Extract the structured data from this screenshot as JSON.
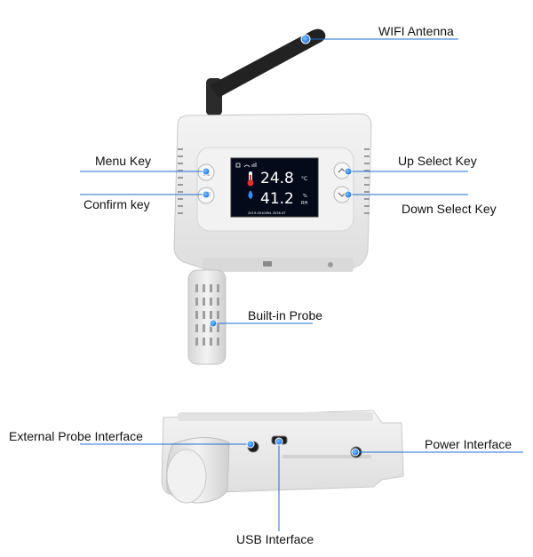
{
  "labels": {
    "wifi_antenna": "WIFI Antenna",
    "menu_key": "Menu Key",
    "confirm_key": "Confirm key",
    "up_select_key": "Up Select Key",
    "down_select_key": "Down Select Key",
    "builtin_probe": "Built-in Probe",
    "external_probe_interface": "External Probe Interface",
    "power_interface": "Power Interface",
    "usb_interface": "USB Interface"
  },
  "display": {
    "temperature": "24.8",
    "temperature_unit": "°C",
    "humidity": "41.2",
    "humidity_unit_top": "%",
    "humidity_unit_bottom": "RH",
    "footer_text": "2019-00100NL 2036 AT"
  },
  "colors": {
    "leader_line": "#1e6fd0",
    "marker_dot": "#1a74e0",
    "device_body": "#e9e9e9",
    "lcd_background": "#050a1a"
  }
}
